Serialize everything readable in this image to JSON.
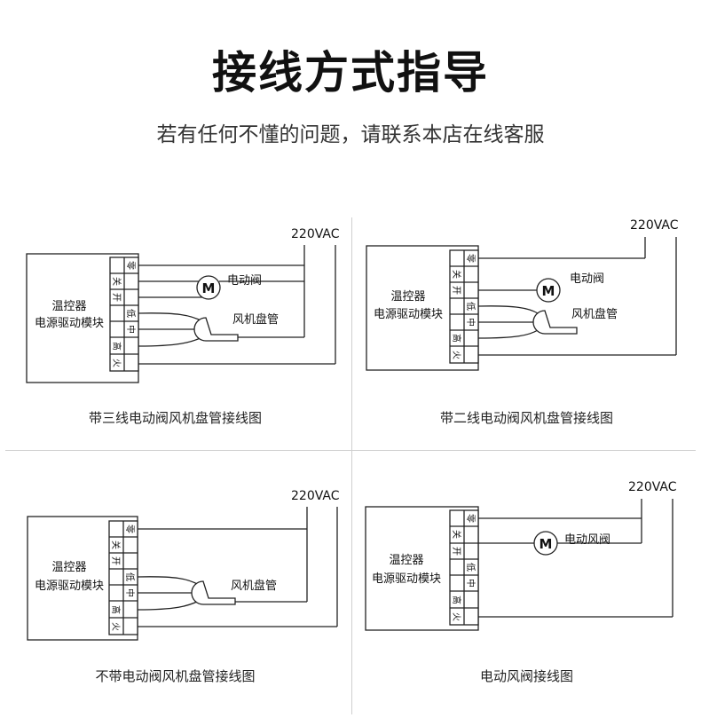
{
  "header": {
    "title": "接线方式指导",
    "subtitle": "若有任何不懂的问题，请联系本店在线客服"
  },
  "common": {
    "controller_line1": "温控器",
    "controller_line2": "电源驱动模块",
    "voltage": "220VAC",
    "motor_symbol": "M",
    "fan_coil": "风机盘管",
    "terminals": [
      "零",
      "关",
      "开",
      "低",
      "中",
      "高",
      "火"
    ]
  },
  "diagrams": [
    {
      "caption": "带三线电动阀风机盘管接线图",
      "valve_label": "电动阀"
    },
    {
      "caption": "带二线电动阀风机盘管接线图",
      "valve_label": "电动阀"
    },
    {
      "caption": "不带电动阀风机盘管接线图"
    },
    {
      "caption": "电动风阀接线图",
      "valve_label": "电动风阀"
    }
  ]
}
